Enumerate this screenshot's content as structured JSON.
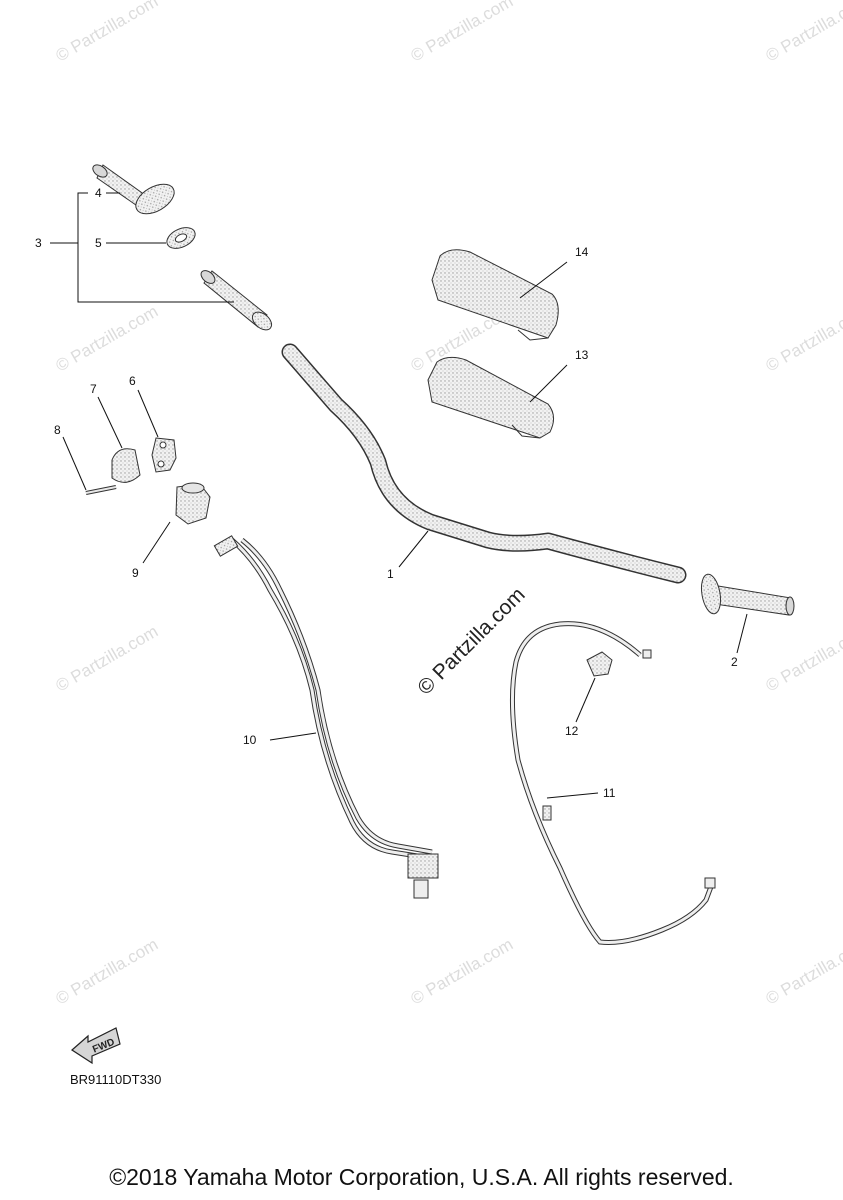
{
  "watermark": {
    "small": "© Partzilla.com",
    "center": "© Partzilla.com"
  },
  "callouts": {
    "c1": "1",
    "c2": "2",
    "c3": "3",
    "c4": "4",
    "c5": "5",
    "c6": "6",
    "c7": "7",
    "c8": "8",
    "c9": "9",
    "c10": "10",
    "c11": "11",
    "c12": "12",
    "c13": "13",
    "c14": "14"
  },
  "fwd_label": "FWD",
  "part_code": "BR91110DT330",
  "copyright": "©2018 Yamaha Motor Corporation, U.S.A. All rights reserved."
}
